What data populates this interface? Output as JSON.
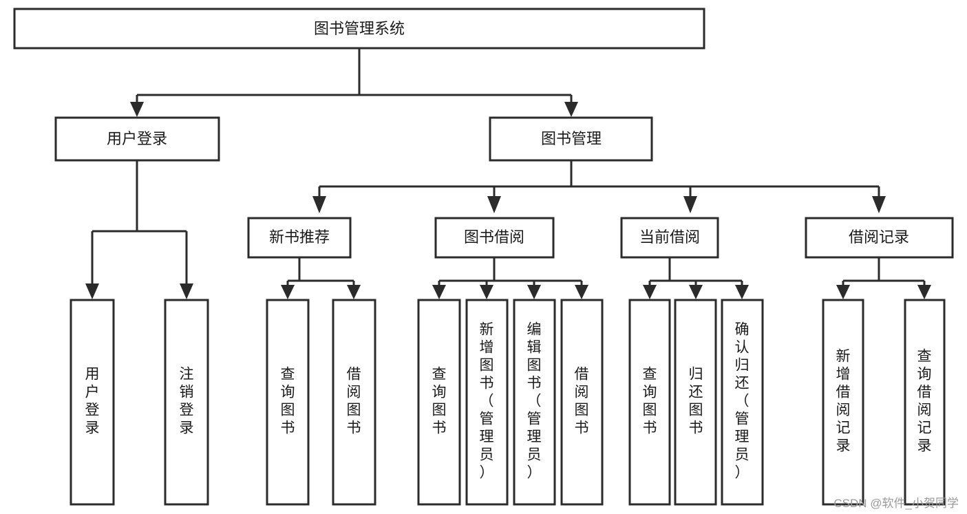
{
  "diagram": {
    "type": "tree",
    "title": "图书管理系统",
    "orientation": "top-down",
    "root": {
      "id": "root",
      "label": "图书管理系统"
    },
    "level1": [
      {
        "id": "user-login",
        "label": "用户登录"
      },
      {
        "id": "book-manage",
        "label": "图书管理"
      }
    ],
    "level2": [
      {
        "id": "new-book-recommend",
        "label": "新书推荐",
        "parent": "book-manage"
      },
      {
        "id": "book-borrow",
        "label": "图书借阅",
        "parent": "book-manage"
      },
      {
        "id": "current-borrow",
        "label": "当前借阅",
        "parent": "book-manage"
      },
      {
        "id": "borrow-record",
        "label": "借阅记录",
        "parent": "book-manage"
      }
    ],
    "leaves": [
      {
        "id": "leaf-user-login",
        "label": "用户登录",
        "parent": "user-login"
      },
      {
        "id": "leaf-user-logout",
        "label": "注销登录",
        "parent": "user-login"
      },
      {
        "id": "leaf-query-book-1",
        "label": "查询图书",
        "parent": "new-book-recommend"
      },
      {
        "id": "leaf-borrow-book-1",
        "label": "借阅图书",
        "parent": "new-book-recommend"
      },
      {
        "id": "leaf-query-book-2",
        "label": "查询图书",
        "parent": "book-borrow"
      },
      {
        "id": "leaf-add-book",
        "label": "新增图书（管理员）",
        "parent": "book-borrow"
      },
      {
        "id": "leaf-edit-book",
        "label": "编辑图书（管理员）",
        "parent": "book-borrow"
      },
      {
        "id": "leaf-borrow-book-2",
        "label": "借阅图书",
        "parent": "book-borrow"
      },
      {
        "id": "leaf-query-book-3",
        "label": "查询图书",
        "parent": "current-borrow"
      },
      {
        "id": "leaf-return-book",
        "label": "归还图书",
        "parent": "current-borrow"
      },
      {
        "id": "leaf-confirm-return",
        "label": "确认归还（管理员）",
        "parent": "current-borrow"
      },
      {
        "id": "leaf-add-record",
        "label": "新增借阅记录",
        "parent": "borrow-record"
      },
      {
        "id": "leaf-query-record",
        "label": "查询借阅记录",
        "parent": "borrow-record"
      }
    ]
  },
  "watermark": {
    "text": "CSDN @软件_小贺同学"
  },
  "colors": {
    "box_stroke": "#2b2b2b",
    "box_fill": "#ffffff",
    "text": "#1a1a1a",
    "watermark": "#9a9a9a",
    "background": "#ffffff"
  }
}
